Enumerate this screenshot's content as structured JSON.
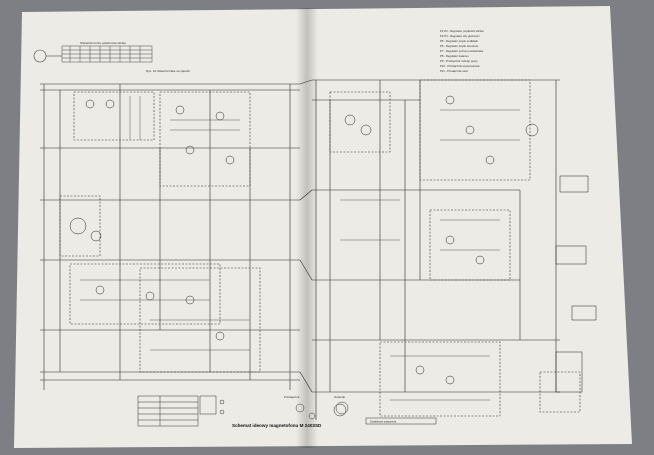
{
  "figure": {
    "caption": "Schemat ideowy magnetofonu M 2403SD",
    "figure_label": "Rys. 16 Układ licznika na zębach",
    "table_title": "Wskaźnik liczby półobrotów silnika"
  },
  "notes": {
    "lines": [
      "P1.P2 - Regulator prędkości silnika",
      "P3.P4 - Regulator siły głośności",
      "P5 - Regulator prądu podkładu",
      "P6 - Regulator prądu ścierania",
      "P7 - Regulator poziomu wskaźnika",
      "P8 - Regulator balansu",
      "P9 - Przełącznik rodzaju pracy",
      "P10 - Przełącznik wysterowania",
      "P11 - Przełącznik sieci"
    ]
  },
  "labels": {
    "switch_label": "Przełącznik",
    "plug_label": "Gniazdo",
    "footer_box": "Dodatkowe połączenia"
  },
  "colors": {
    "paper": "#ecebe6",
    "ink": "#2b2b2b",
    "background": "#7d7f84"
  }
}
